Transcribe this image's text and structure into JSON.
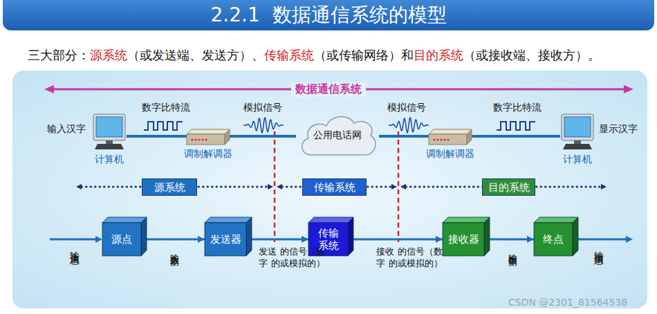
{
  "diagram": {
    "title": "2.2.1  数据通信系统的模型",
    "nodes": [
      {
        "text": [
          "计算机"
        ]
      },
      {
        "text": [
          "调制解调器"
        ]
      },
      {
        "text": [
          "公用电话网"
        ]
      },
      {
        "text": [
          "调制解调器"
        ]
      },
      {
        "text": [
          "计算机"
        ]
      },
      {
        "text": [
          "源系统"
        ]
      },
      {
        "text": [
          "传输系统"
        ]
      },
      {
        "text": [
          "目的系统"
        ]
      },
      {
        "text": [
          "源点"
        ]
      },
      {
        "text": [
          "发送器"
        ]
      },
      {
        "text": [
          "传输系统"
        ]
      },
      {
        "text": [
          "接收器"
        ]
      },
      {
        "text": [
          "终点"
        ]
      }
    ],
    "edges": [
      {
        "from": 0,
        "to": 1,
        "label": "数字比特流",
        "arrow": "none"
      },
      {
        "from": 1,
        "to": 2,
        "label": "模拟信号",
        "arrow": "none"
      },
      {
        "from": 2,
        "to": 3,
        "label": "模拟信号",
        "arrow": "none"
      },
      {
        "from": 3,
        "to": 4,
        "label": "数字比特流",
        "arrow": "none"
      },
      {
        "from": 8,
        "to": 9,
        "label": "输入数据",
        "arrow": "to"
      },
      {
        "from": 9,
        "to": 10,
        "label": "发送 的信号（数字 的或模拟的）",
        "arrow": "to"
      },
      {
        "from": 10,
        "to": 11,
        "label": "接收 的信号（数字 的或模拟的）",
        "arrow": "to"
      },
      {
        "from": 11,
        "to": 12,
        "label": "输出数据",
        "arrow": "to"
      }
    ],
    "labels": [
      "三大部分：",
      "源系统",
      "（或发送端、发送方）、",
      "传输系统",
      "（或传输网络）和",
      "目的系统",
      "（或接收端、接收方）。",
      "数据通信系统",
      "输入汉字",
      "显示汉字",
      "输入信息",
      "输出信息",
      "CSDN @2301_81564538"
    ]
  }
}
